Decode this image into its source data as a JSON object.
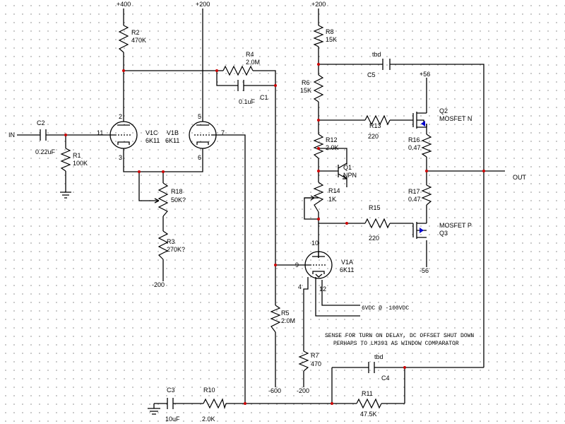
{
  "rails": {
    "p400": "+400",
    "p200a": "+200",
    "p200b": "+200",
    "m200a": "-200",
    "m200b": "-200",
    "m600": "-600",
    "p56": "+56",
    "m56": "-56"
  },
  "io": {
    "in": "IN",
    "out": "OUT"
  },
  "parts": {
    "c2": {
      "ref": "C2",
      "val": "0.22uF"
    },
    "r1": {
      "ref": "R1",
      "val": "100K"
    },
    "r2": {
      "ref": "R2",
      "val": "470K"
    },
    "r4": {
      "ref": "R4",
      "val": "2.0M"
    },
    "c1": {
      "ref": "C1",
      "val": "0.1uF"
    },
    "r18": {
      "ref": "R18",
      "val": "50K?"
    },
    "r3": {
      "ref": "R3",
      "val": "270K?"
    },
    "r8": {
      "ref": "R8",
      "val": "15K"
    },
    "r6": {
      "ref": "R6",
      "val": "15K"
    },
    "c5": {
      "ref": "C5",
      "val": "tbd"
    },
    "r13": {
      "ref": "R13",
      "val": "220"
    },
    "r12": {
      "ref": "R12",
      "val": "2.0K"
    },
    "r14": {
      "ref": "R14",
      "val": "1K"
    },
    "r15": {
      "ref": "R15",
      "val": "220"
    },
    "r16": {
      "ref": "R16",
      "val": "0.47"
    },
    "r17": {
      "ref": "R17",
      "val": "0.47"
    },
    "r5": {
      "ref": "R5",
      "val": "2.0M"
    },
    "r7": {
      "ref": "R7",
      "val": "470"
    },
    "c4": {
      "ref": "C4",
      "val": "tbd"
    },
    "r11": {
      "ref": "R11",
      "val": "47.5K"
    },
    "c3": {
      "ref": "C3",
      "val": "10uF"
    },
    "r10": {
      "ref": "R10",
      "val": "2.0K"
    }
  },
  "tubes": {
    "v1c": {
      "ref": "V1C",
      "type": "6K11"
    },
    "v1b": {
      "ref": "V1B",
      "type": "6K11"
    },
    "v1a": {
      "ref": "V1A",
      "type": "6K11"
    }
  },
  "semis": {
    "q1": {
      "ref": "Q1",
      "type": "NPN"
    },
    "q2": {
      "ref": "Q2",
      "type": "MOSFET N"
    },
    "q3": {
      "ref": "Q3",
      "type": "MOSFET P"
    }
  },
  "pins": {
    "v1c_grid": "11",
    "v1c_plate": "2",
    "v1c_cath": "3",
    "v1b_plate": "5",
    "v1b_cath": "6",
    "v1b_grid": "7",
    "v1a_grid": "9",
    "v1a_plate": "10",
    "v1a_h1": "4",
    "v1a_h2": "12"
  },
  "notes": {
    "heater": "6VDC @ -100VDC",
    "sense1": "SENSE FOR TURN ON DELAY, DC OFFSET SHUT DOWN",
    "sense2": "PERHAPS TO LM393 AS WINDOW COMPARATOR"
  }
}
